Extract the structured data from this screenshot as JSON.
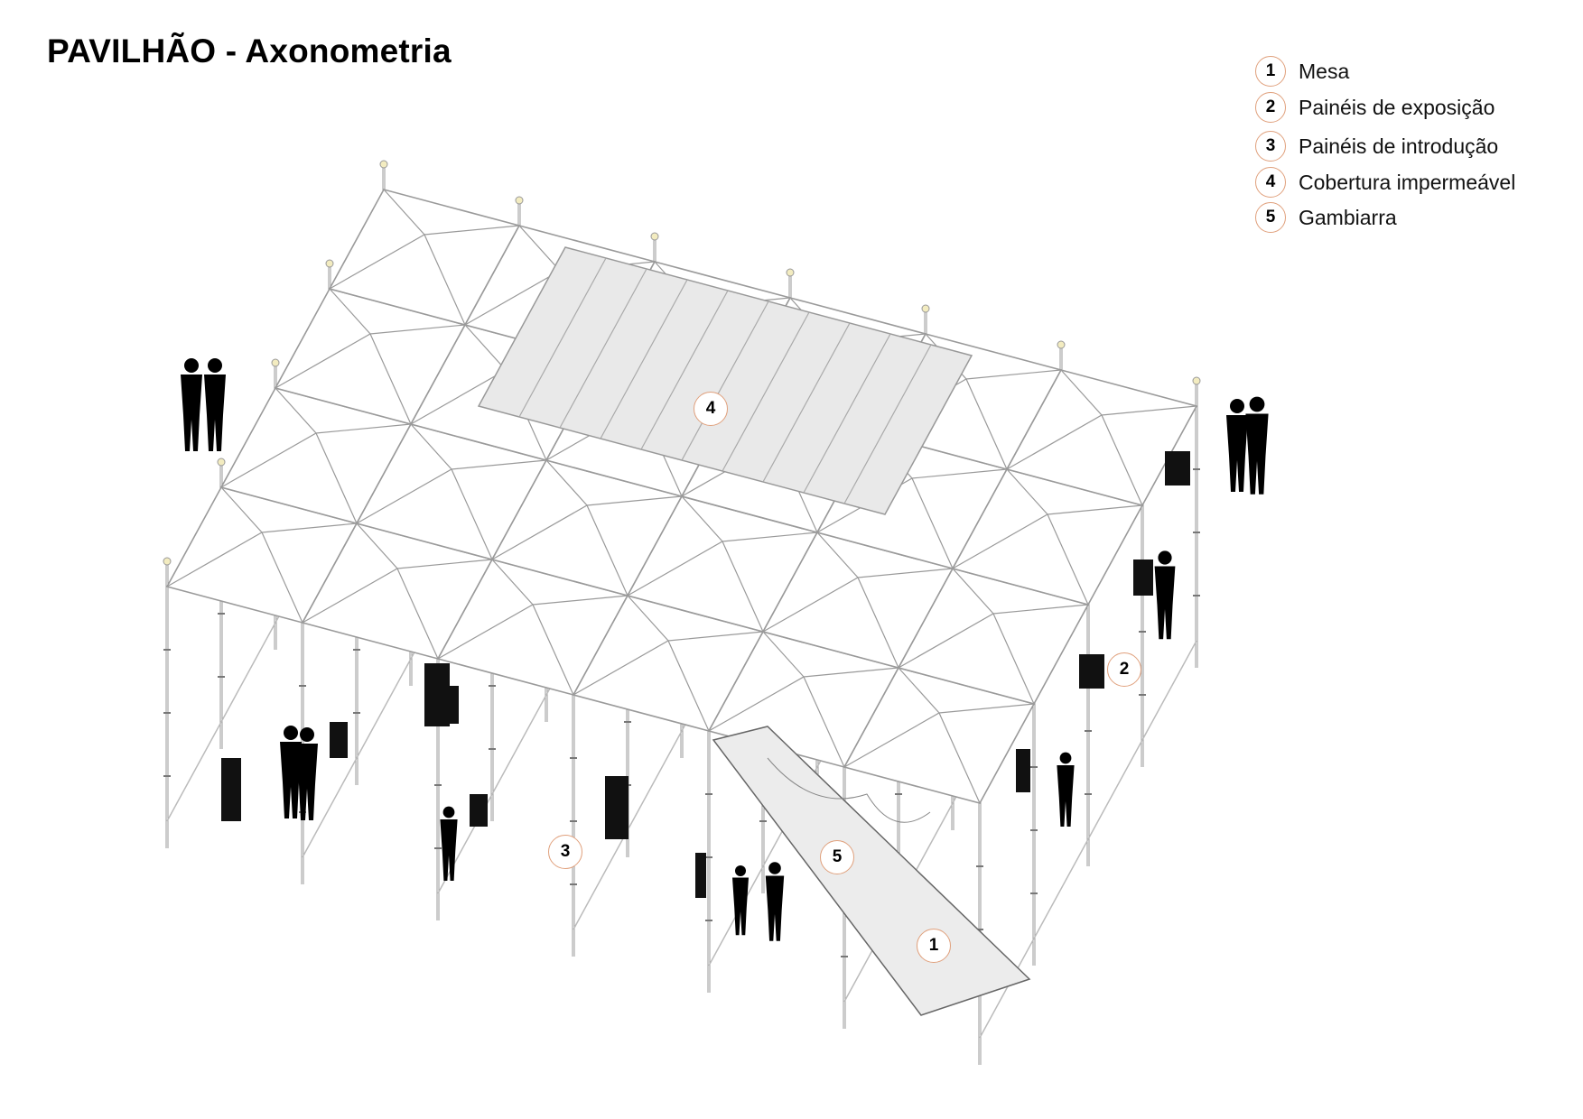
{
  "title": "PAVILHÃO - Axonometria",
  "legend": [
    {
      "number": "1",
      "label": "Mesa"
    },
    {
      "number": "2",
      "label": "Painéis de exposição"
    },
    {
      "number": "3",
      "label": "Painéis de introdução"
    },
    {
      "number": "4",
      "label": "Cobertura impermeável"
    },
    {
      "number": "5",
      "label": "Gambiarra"
    }
  ],
  "markers": [
    "1",
    "2",
    "3",
    "4",
    "5"
  ],
  "colors": {
    "marker_border": "#e0a07c",
    "cover_fill": "#e9e9e9",
    "structure": "#9a9a9a",
    "lamp": "#f3ecc0"
  }
}
